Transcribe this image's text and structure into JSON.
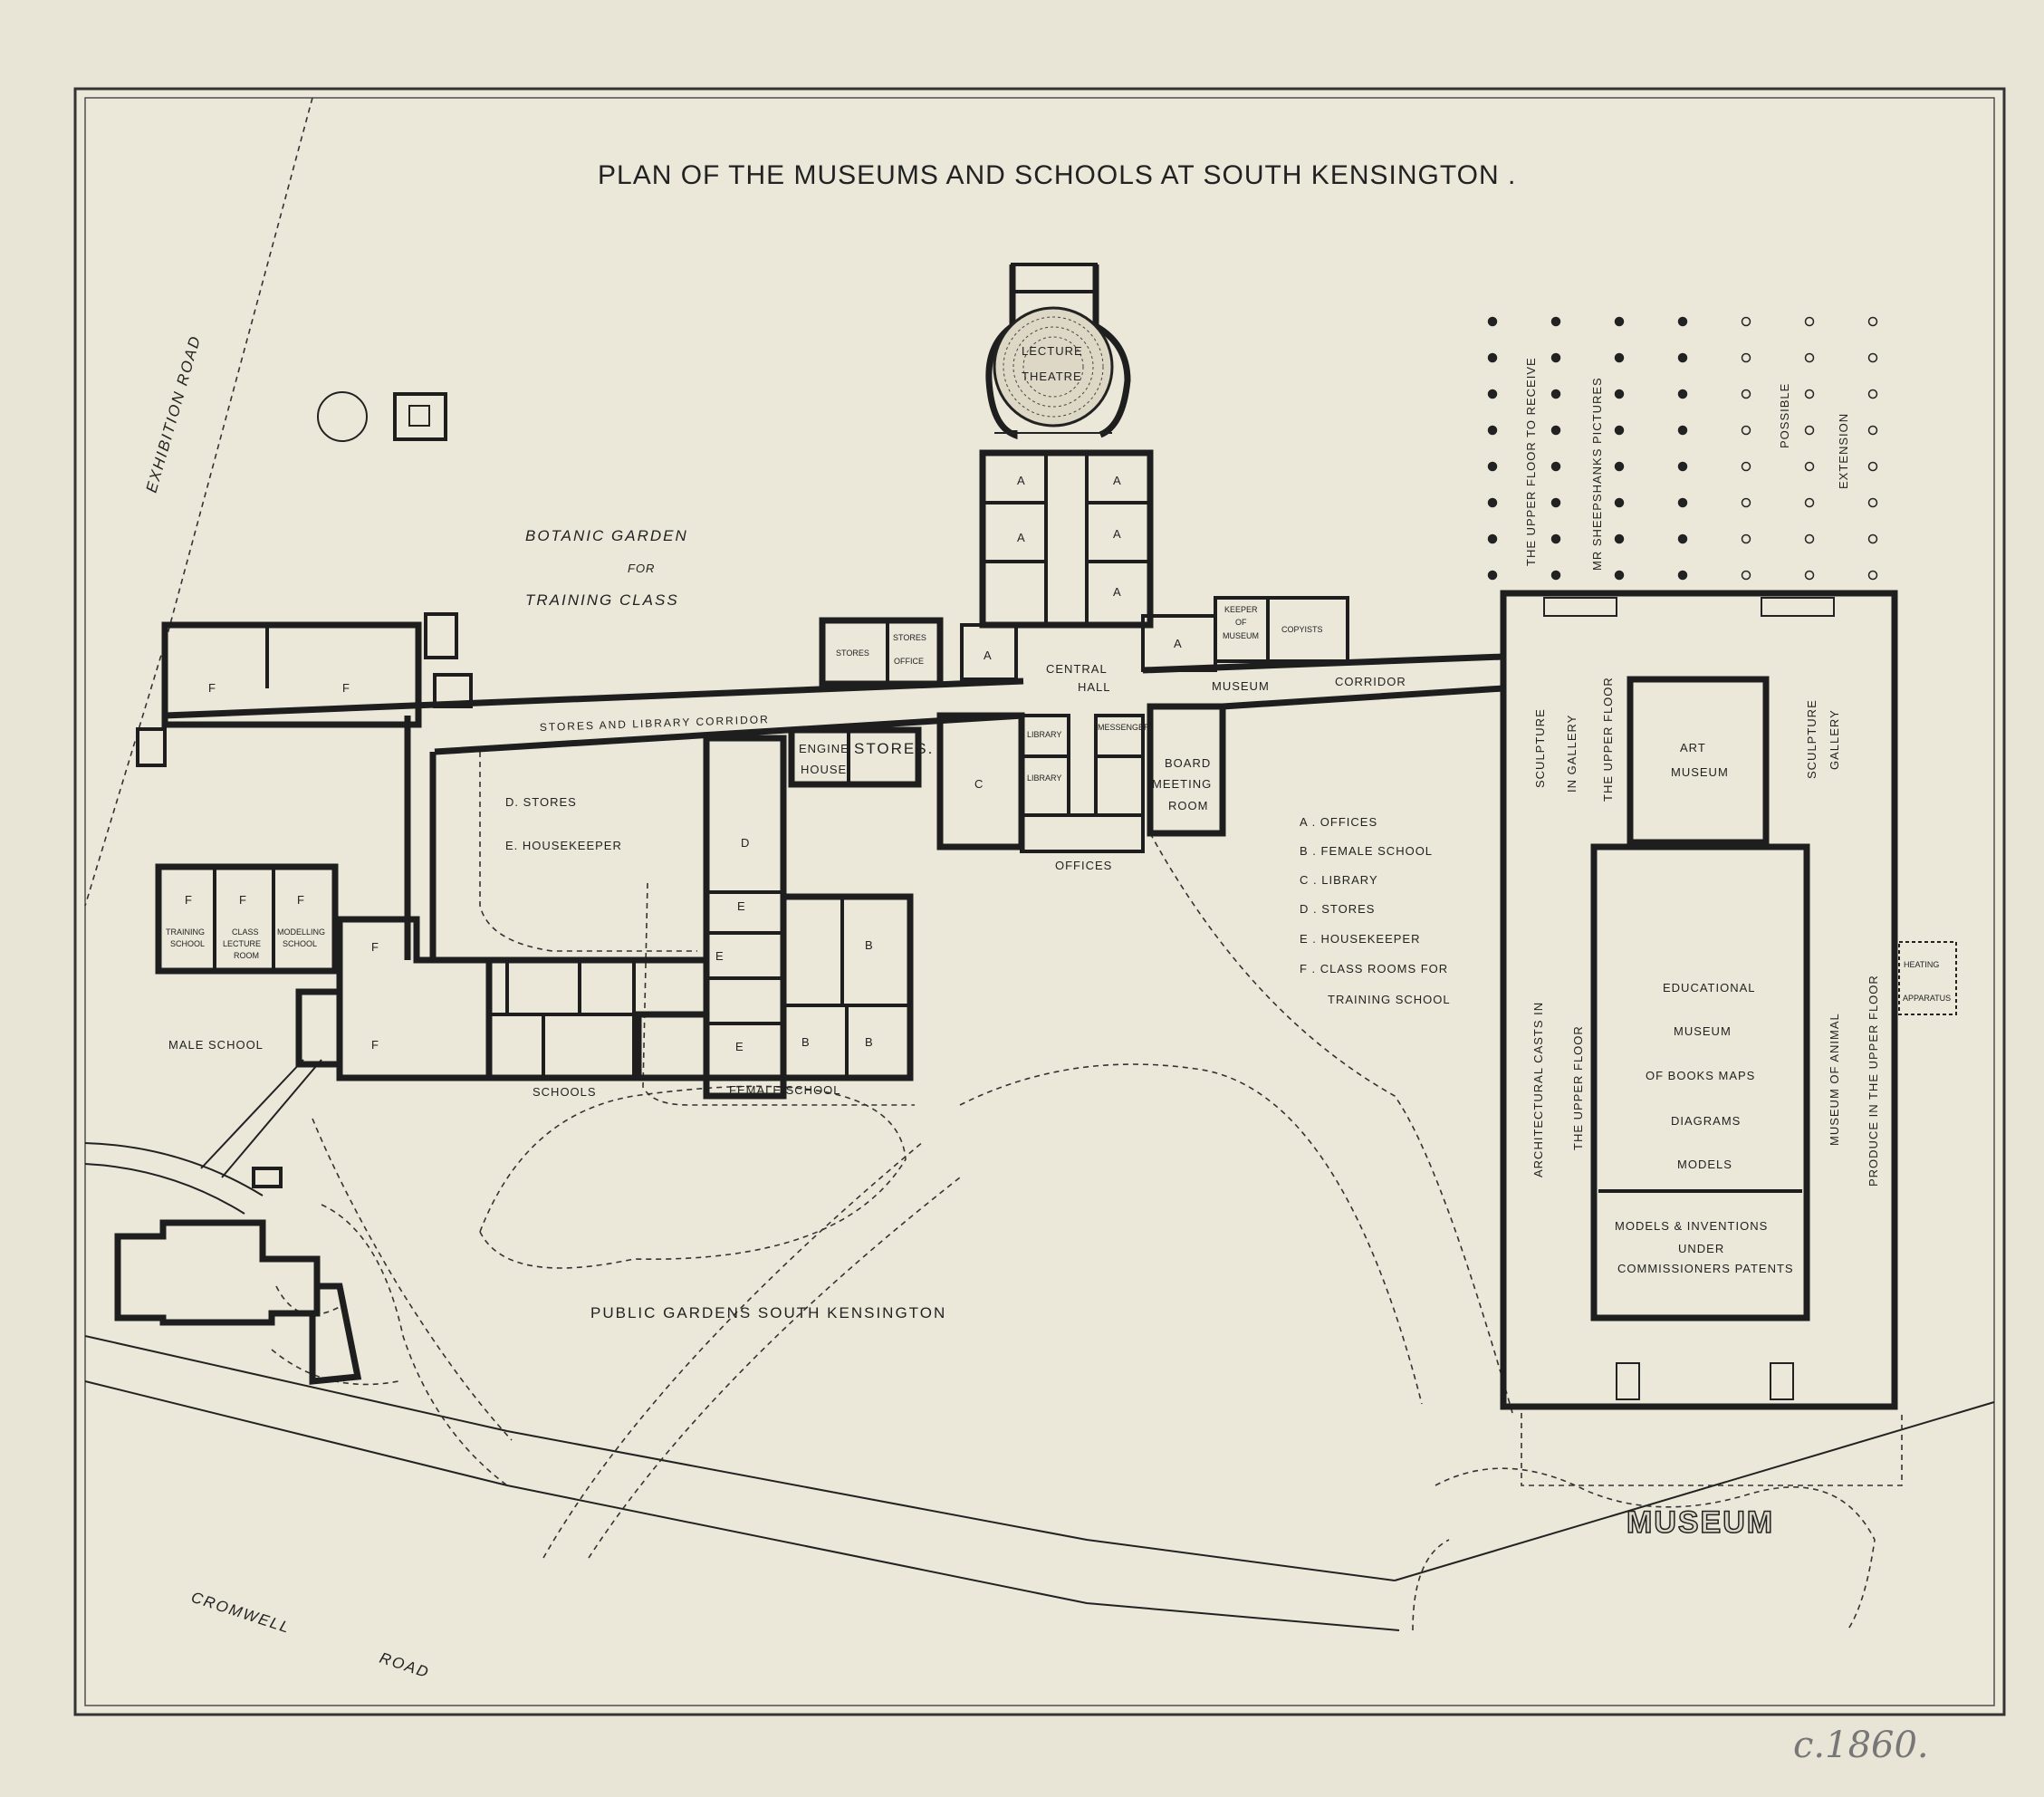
{
  "title": "PLAN OF THE MUSEUMS AND SCHOOLS AT SOUTH KENSINGTON .",
  "roads": {
    "exhibition": "EXHIBITION ROAD",
    "cromwell_1": "CROMWELL",
    "cromwell_2": "ROAD"
  },
  "areas": {
    "botanic_1": "BOTANIC GARDEN",
    "botanic_2": "FOR",
    "botanic_3": "TRAINING CLASS",
    "public_gardens": "PUBLIC GARDENS SOUTH KENSINGTON",
    "museum": "MUSEUM"
  },
  "rooms": {
    "lecture_1": "LECTURE",
    "lecture_2": "THEATRE",
    "a": "A",
    "b": "B",
    "c": "C",
    "d": "D",
    "e": "E",
    "f": "F",
    "stores": "STORES",
    "stores_office_1": "STORES",
    "stores_office_2": "OFFICE",
    "central_1": "CENTRAL",
    "central_2": "HALL",
    "keeper_1": "KEEPER",
    "keeper_2": "OF",
    "keeper_3": "MUSEUM",
    "copyists": "COPYISTS",
    "museum_corridor_1": "MUSEUM",
    "museum_corridor_2": "CORRIDOR",
    "stores_library_corridor": "STORES AND LIBRARY CORRIDOR",
    "engine_1": "ENGINE",
    "engine_2": "HOUSE",
    "stores_big": "STORES.",
    "library": "LIBRARY",
    "messenger": "MESSENGER",
    "board_1": "BOARD",
    "board_2": "MEETING",
    "board_3": "ROOM",
    "offices": "OFFICES",
    "d_stores": "D. STORES",
    "e_housekeeper": "E. HOUSEKEEPER",
    "training_1": "TRAINING",
    "training_2": "SCHOOL",
    "class_1": "CLASS",
    "class_2": "LECTURE",
    "class_3": "ROOM",
    "modelling_1": "MODELLING",
    "modelling_2": "SCHOOL",
    "male_school": "MALE SCHOOL",
    "schools": "SCHOOLS",
    "female_school": "FEMALE SCHOOL",
    "upper_floor_pictures_1": "THE UPPER FLOOR TO RECEIVE",
    "upper_floor_pictures_2": "MR SHEEPSHANKS PICTURES",
    "possible": "POSSIBLE",
    "extension": "EXTENSION",
    "sculpture_upper_1": "SCULPTURE",
    "sculpture_upper_2": "IN GALLERY",
    "sculpture_upper_3": "THE UPPER FLOOR",
    "art_1": "ART",
    "art_2": "MUSEUM",
    "sculpture_gallery_1": "SCULPTURE",
    "sculpture_gallery_2": "GALLERY",
    "edu_1": "EDUCATIONAL",
    "edu_2": "MUSEUM",
    "edu_3": "OF BOOKS MAPS",
    "edu_4": "DIAGRAMS",
    "edu_5": "MODELS",
    "models_1": "MODELS & INVENTIONS",
    "models_2": "UNDER",
    "models_3": "COMMISSIONERS PATENTS",
    "arch_casts": "ARCHITECTURAL CASTS IN",
    "arch_upper": "THE UPPER FLOOR",
    "animal_1": "MUSEUM OF ANIMAL",
    "animal_2": "PRODUCE IN THE UPPER FLOOR",
    "heating_1": "HEATING",
    "heating_2": "APPARATUS"
  },
  "legend": [
    "A . OFFICES",
    "B . FEMALE SCHOOL",
    "C . LIBRARY",
    "D . STORES",
    "E . HOUSEKEEPER",
    "F . CLASS ROOMS FOR",
    "TRAINING SCHOOL"
  ],
  "annotation": "c.1860."
}
